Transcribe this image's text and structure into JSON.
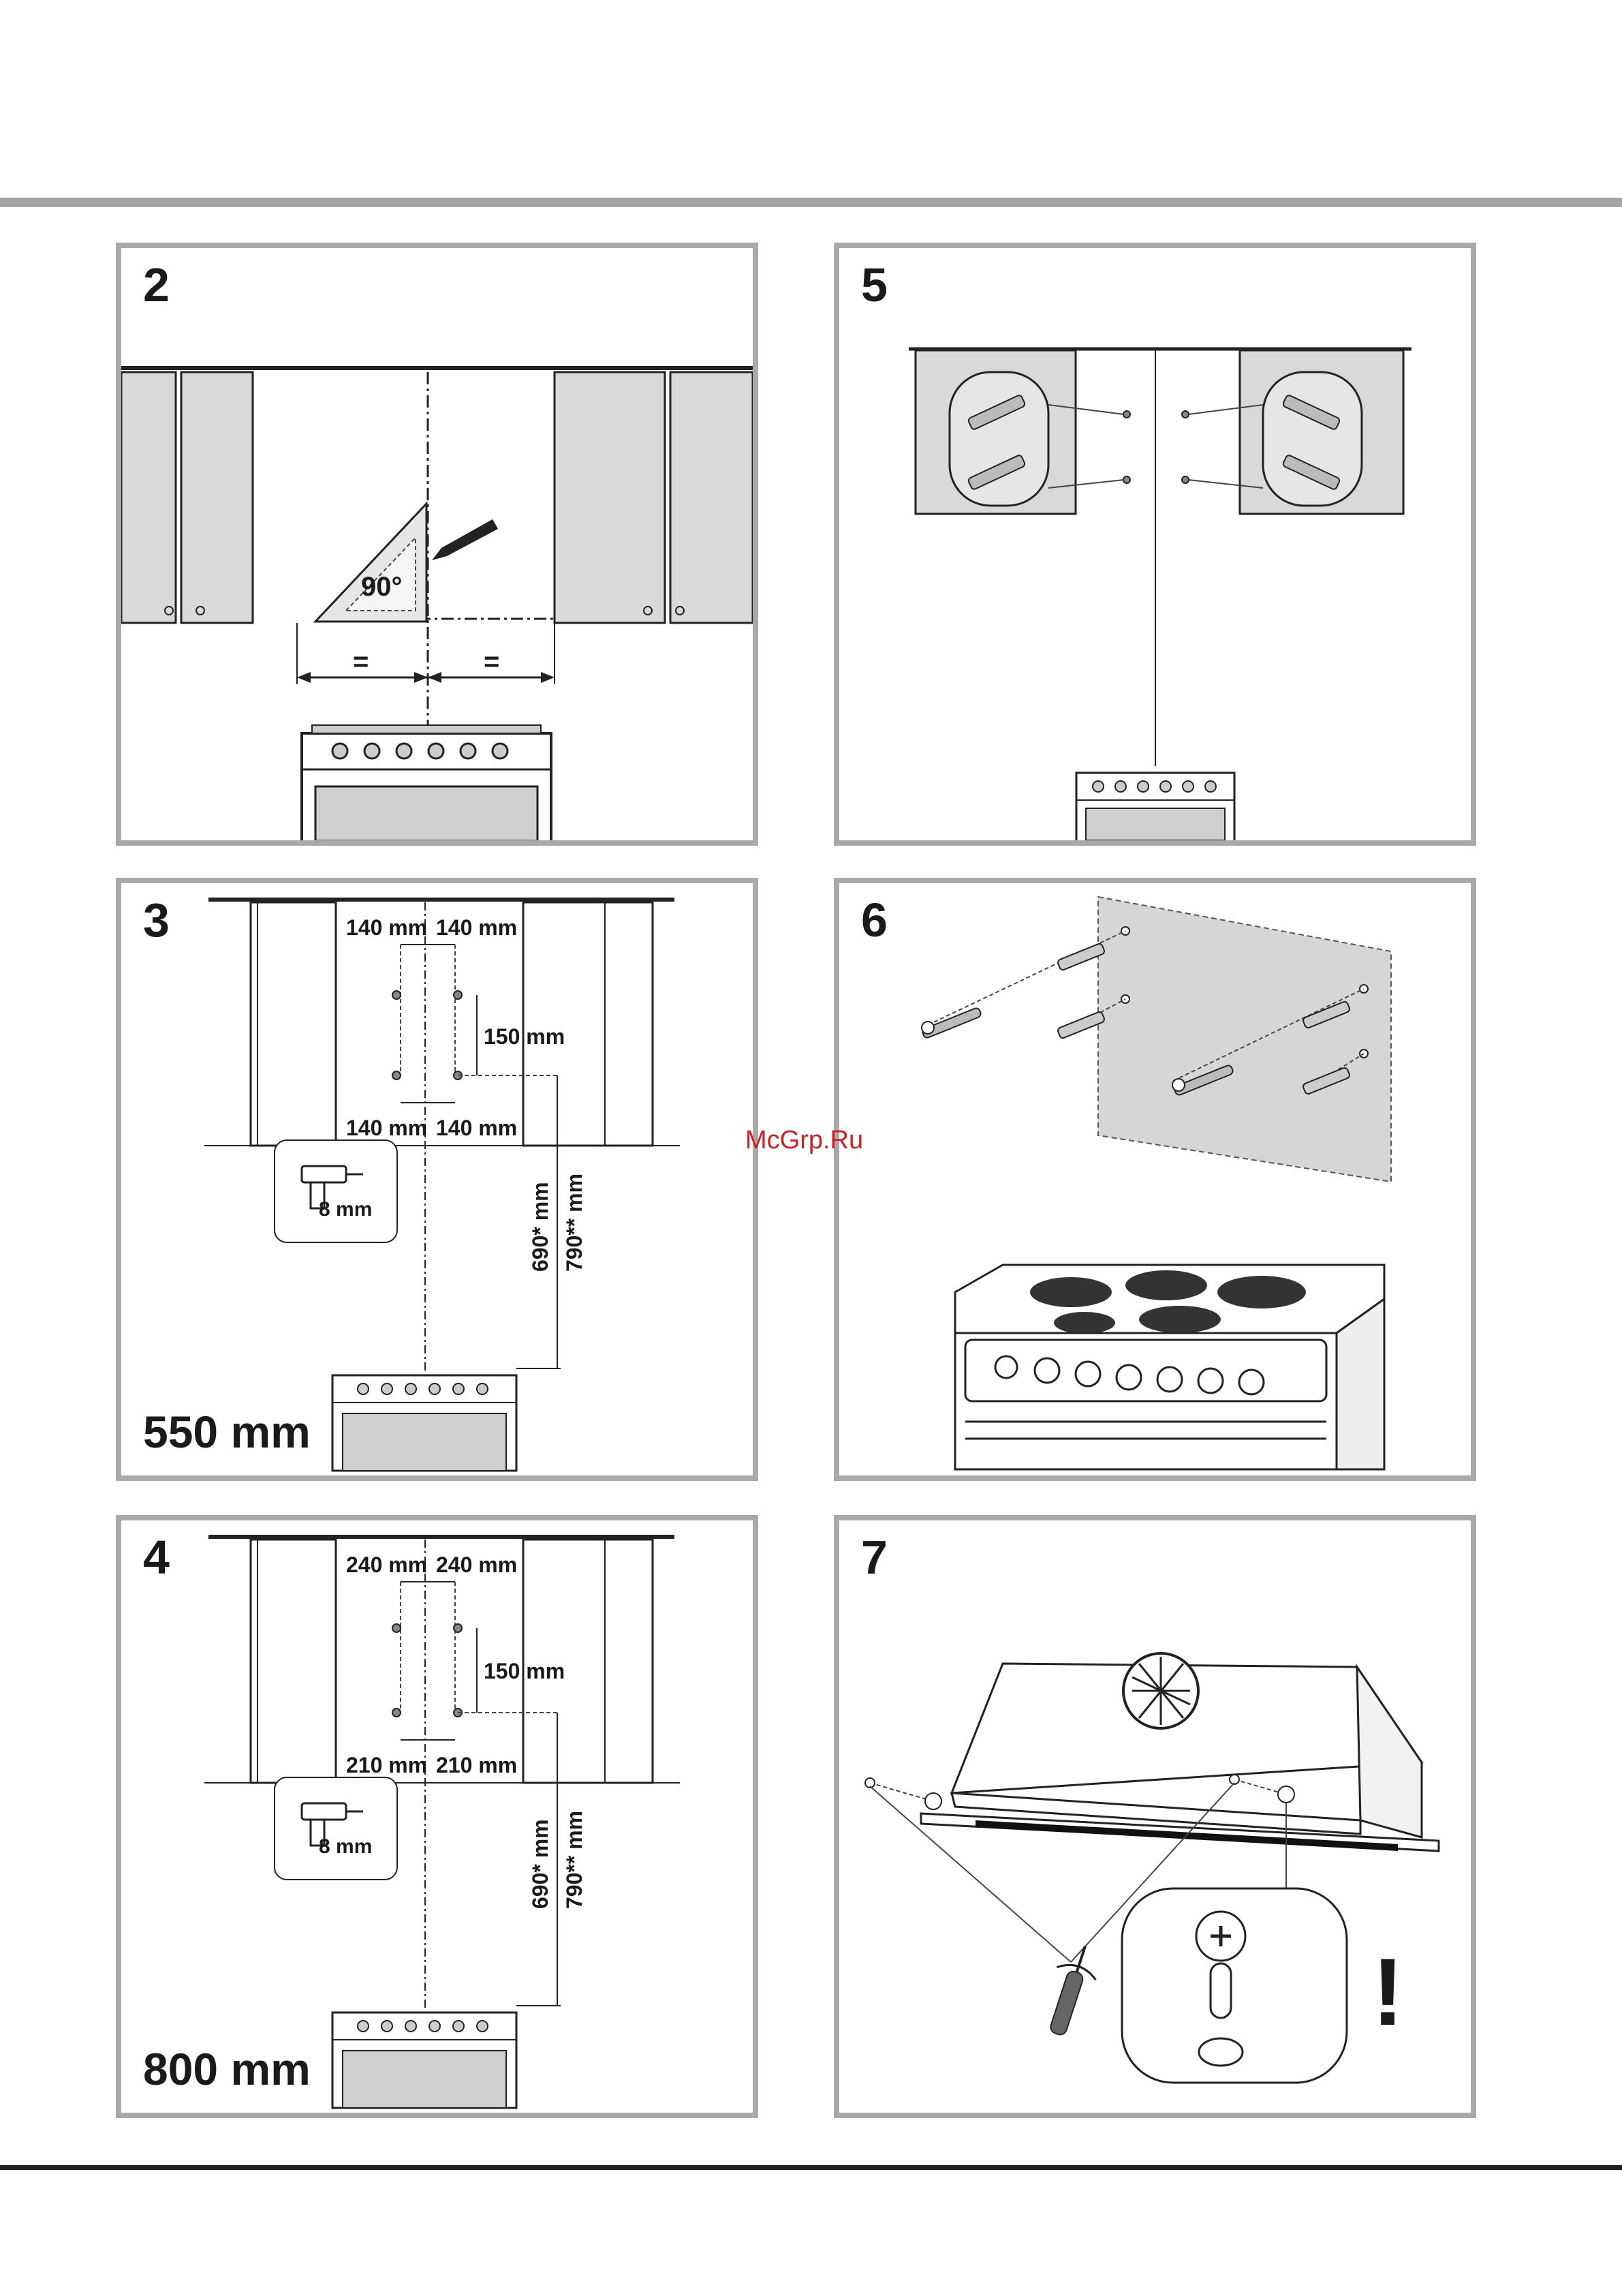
{
  "panels": {
    "p2": {
      "number": "2",
      "angle": "90°",
      "equal_left": "=",
      "equal_right": "="
    },
    "p3": {
      "number": "3",
      "size": "550 mm",
      "top_left": "140 mm",
      "top_right": "140 mm",
      "vertical": "150 mm",
      "bottom_left": "140 mm",
      "bottom_right": "140 mm",
      "height_a": "690* mm",
      "height_b": "790** mm",
      "drill": "8 mm"
    },
    "p4": {
      "number": "4",
      "size": "800 mm",
      "top_left": "240 mm",
      "top_right": "240 mm",
      "vertical": "150 mm",
      "bottom_left": "210 mm",
      "bottom_right": "210 mm",
      "height_a": "690* mm",
      "height_b": "790** mm",
      "drill": "8 mm"
    },
    "p5": {
      "number": "5"
    },
    "p6": {
      "number": "6"
    },
    "p7": {
      "number": "7",
      "warning": "!"
    }
  },
  "watermark": "McGrp.Ru"
}
